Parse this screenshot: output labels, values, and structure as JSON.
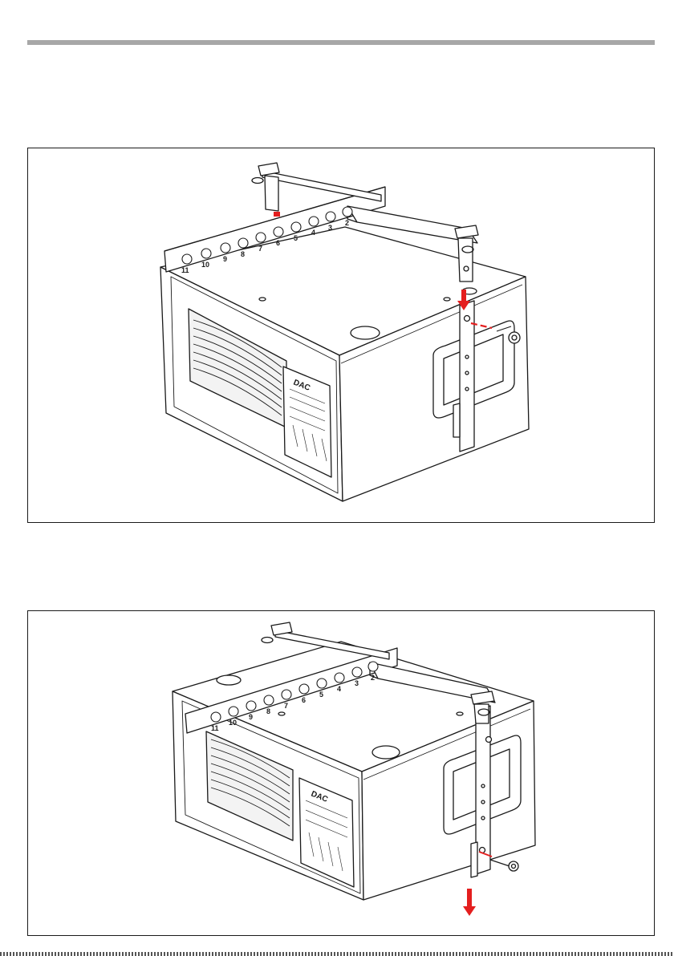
{
  "colors": {
    "accent": "#e41e1e",
    "line": "#1a1a1a",
    "rule": "#a7a7a7"
  },
  "figure_1": {
    "logo": "DAC",
    "angle_scale": [
      "11",
      "10",
      "9",
      "8",
      "7",
      "6",
      "5",
      "4",
      "3",
      "2"
    ]
  },
  "figure_2": {
    "logo": "DAC",
    "angle_scale": [
      "11",
      "10",
      "9",
      "8",
      "7",
      "6",
      "5",
      "4",
      "3",
      "2"
    ]
  }
}
